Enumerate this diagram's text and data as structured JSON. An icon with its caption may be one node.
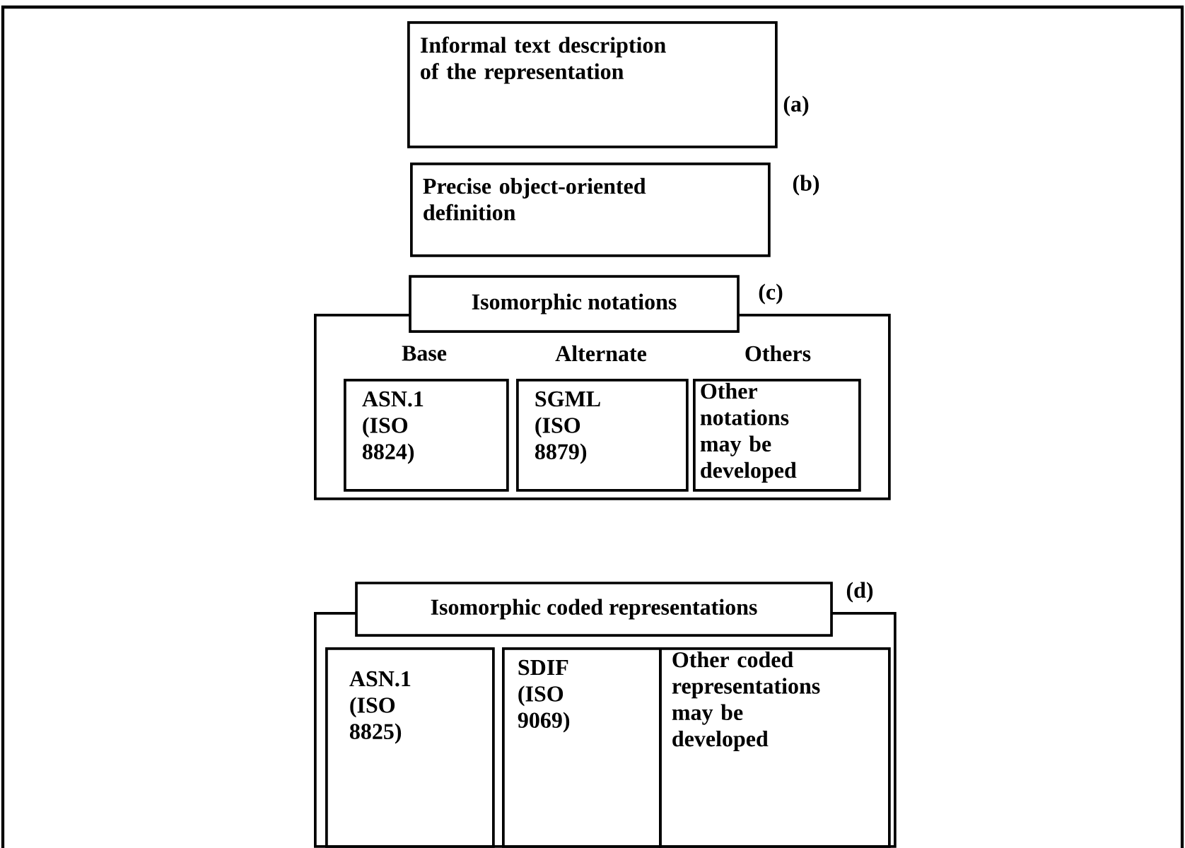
{
  "diagram": {
    "nodes": [
      {
        "text": [
          "Informal text description of the representation"
        ],
        "beside": [
          "(a)"
        ]
      },
      {
        "text": [
          "Precise object-oriented definition"
        ],
        "beside": [
          "(b)"
        ]
      },
      {
        "text": [
          "Isomorphic notations"
        ],
        "beside": [
          "(c)"
        ]
      },
      {
        "text": [
          "ASN.1 (ISO 8824)"
        ],
        "in": 2,
        "beside": [
          "Base"
        ]
      },
      {
        "text": [
          "SGML (ISO 8879)"
        ],
        "in": 2,
        "beside": [
          "Alternate"
        ]
      },
      {
        "text": [
          "Other notations may be developed"
        ],
        "in": 2,
        "beside": [
          "Others"
        ]
      },
      {
        "text": [
          "Isomorphic coded representations"
        ],
        "beside": [
          "(d)"
        ]
      },
      {
        "text": [
          "ASN.1 (ISO 8825)"
        ],
        "in": 6
      },
      {
        "text": [
          "SDIF (ISO 9069)"
        ],
        "in": 6
      },
      {
        "text": [
          "Other coded representations may be developed"
        ],
        "in": 6
      }
    ]
  }
}
